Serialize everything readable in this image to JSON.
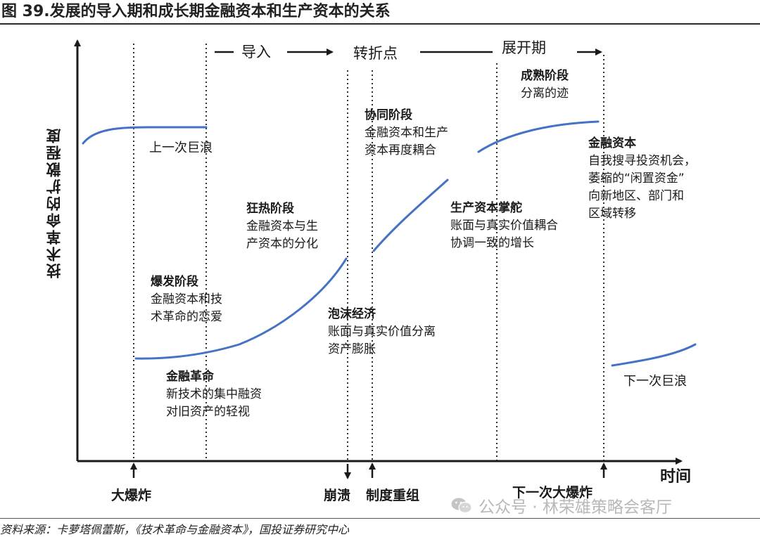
{
  "title": "图 39.发展的导入期和成长期金融资本和生产资本的关系",
  "y_axis_label": "技术革命的扩散程度",
  "x_axis_label": "时间",
  "phases": {
    "intro": "导入",
    "turning_point": "转折点",
    "deployment": "展开期"
  },
  "events": {
    "big_bang": "大爆炸",
    "collapse": "崩溃",
    "restructure": "制度重组",
    "next_big_bang": "下一次大爆炸"
  },
  "curve_labels": {
    "previous_wave": "上一次巨浪",
    "next_wave": "下一次巨浪"
  },
  "stages": {
    "financial_revolution": {
      "heading": "金融革命",
      "lines": [
        "新技术的集中融资",
        "对旧资产的轻视"
      ]
    },
    "eruption": {
      "heading": "爆发阶段",
      "lines": [
        "金融资本和技",
        "术革命的恋爱"
      ]
    },
    "frenzy": {
      "heading": "狂热阶段",
      "lines": [
        "金融资本与生",
        "产资本的分化"
      ]
    },
    "bubble": {
      "heading": "泡沫经济",
      "lines": [
        "账面与真实价值分离",
        "资产膨胀"
      ]
    },
    "synergy": {
      "heading": "协同阶段",
      "lines": [
        "金融资本和生产",
        "资本再度耦合"
      ]
    },
    "production_capital": {
      "heading": "生产资本掌舵",
      "lines": [
        "账面与真实价值耦合",
        "协调一致的增长"
      ]
    },
    "maturity": {
      "heading": "成熟阶段",
      "lines": [
        "分离的迹"
      ]
    },
    "financial_capital": {
      "heading": "金融资本",
      "lines": [
        "自我搜寻投资机会，",
        "萎缩的“闲置资金”",
        "向新地区、部门和",
        "区域转移"
      ]
    }
  },
  "source": "资料来源：卡萝塔佩蕾斯，《技术革命与金融资本》，国投证券研究中心",
  "watermark": "公众号 · 林荣雄策略会客厅",
  "colors": {
    "curve": "#4472c4",
    "axis": "#1a1a1a",
    "watermark": "#b8b8b8"
  }
}
